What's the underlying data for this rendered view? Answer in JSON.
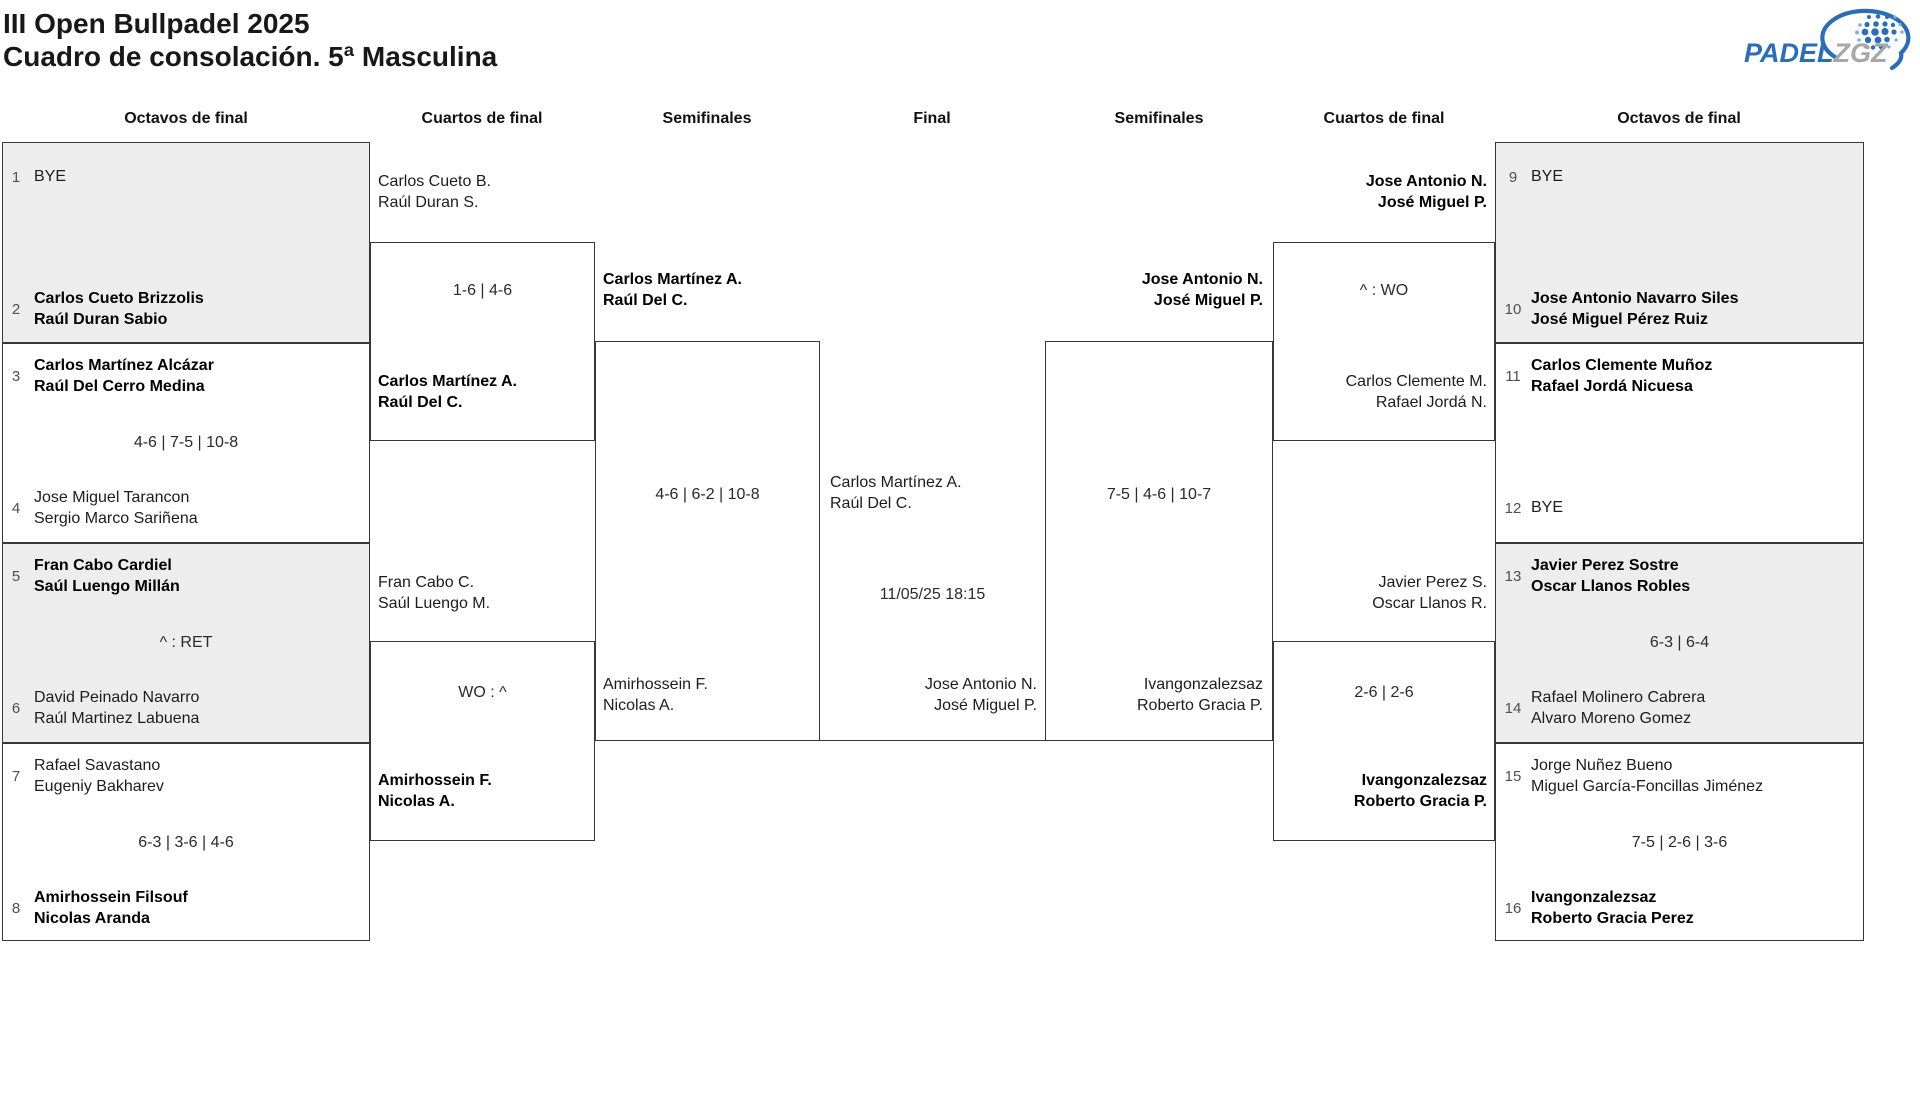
{
  "title": {
    "line1": "III Open Bullpadel 2025",
    "line2": "Cuadro de consolación. 5ª Masculina"
  },
  "logo": {
    "padel": "PADEL",
    "zgz": "ZGZ"
  },
  "colors": {
    "logo_blue": "#2d6db3",
    "logo_blue_light": "#85aed8",
    "logo_gray": "#a7a7a7",
    "box_gray": "#ededed",
    "border": "#383838"
  },
  "round_headers": {
    "r1": "Octavos de final",
    "r2": "Cuartos de final",
    "r3": "Semifinales",
    "r4": "Final",
    "r5": "Semifinales",
    "r6": "Cuartos de final",
    "r7": "Octavos de final"
  },
  "octavos_left": {
    "e1": {
      "seed": "1",
      "l1": "BYE",
      "winner": false
    },
    "e2": {
      "seed": "2",
      "l1": "Carlos Cueto Brizzolis",
      "l2": "Raúl Duran Sabio",
      "winner": true
    },
    "e3": {
      "seed": "3",
      "l1": "Carlos Martínez Alcázar",
      "l2": "Raúl Del Cerro Medina",
      "winner": true
    },
    "e4": {
      "seed": "4",
      "l1": "Jose Miguel Tarancon",
      "l2": "Sergio Marco Sariñena",
      "winner": false
    },
    "e5": {
      "seed": "5",
      "l1": "Fran Cabo Cardiel",
      "l2": "Saúl Luengo Millán",
      "winner": true
    },
    "e6": {
      "seed": "6",
      "l1": "David Peinado Navarro",
      "l2": "Raúl Martinez Labuena",
      "winner": false
    },
    "e7": {
      "seed": "7",
      "l1": "Rafael Savastano",
      "l2": "Eugeniy Bakharev",
      "winner": false
    },
    "e8": {
      "seed": "8",
      "l1": "Amirhossein Filsouf",
      "l2": "Nicolas Aranda",
      "winner": true
    },
    "score_m34": "4-6 | 7-5 | 10-8",
    "score_m56": "^ : RET",
    "score_m78": "6-3 | 3-6 | 4-6"
  },
  "octavos_right": {
    "e9": {
      "seed": "9",
      "l1": "BYE",
      "winner": false
    },
    "e10": {
      "seed": "10",
      "l1": "Jose Antonio Navarro Siles",
      "l2": "José Miguel Pérez Ruiz",
      "winner": true
    },
    "e11": {
      "seed": "11",
      "l1": "Carlos Clemente Muñoz",
      "l2": "Rafael Jordá Nicuesa",
      "winner": true
    },
    "e12": {
      "seed": "12",
      "l1": "BYE",
      "winner": false
    },
    "e13": {
      "seed": "13",
      "l1": "Javier Perez Sostre",
      "l2": "Oscar Llanos Robles",
      "winner": true
    },
    "e14": {
      "seed": "14",
      "l1": "Rafael Molinero Cabrera",
      "l2": "Alvaro Moreno Gomez",
      "winner": false
    },
    "e15": {
      "seed": "15",
      "l1": "Jorge Nuñez Bueno",
      "l2": "Miguel García-Foncillas Jiménez",
      "winner": false
    },
    "e16": {
      "seed": "16",
      "l1": "Ivangonzalezsaz",
      "l2": "Roberto Gracia Perez",
      "winner": true
    },
    "score_m1314": "6-3 | 6-4",
    "score_m1516": "7-5 | 2-6 | 3-6"
  },
  "cuartos_left": {
    "m1": {
      "top1": "Carlos Cueto B.",
      "top2": "Raúl Duran S.",
      "top_winner": false,
      "score": "1-6 | 4-6",
      "bot1": "Carlos Martínez A.",
      "bot2": "Raúl Del C.",
      "bot_winner": true
    },
    "m2": {
      "top1": "Fran Cabo C.",
      "top2": "Saúl Luengo M.",
      "top_winner": false,
      "score": "WO : ^",
      "bot1": "Amirhossein F.",
      "bot2": "Nicolas A.",
      "bot_winner": true
    }
  },
  "cuartos_right": {
    "m3": {
      "top1": "Jose Antonio N.",
      "top2": "José Miguel P.",
      "top_winner": true,
      "score": "^ : WO",
      "bot1": "Carlos Clemente M.",
      "bot2": "Rafael Jordá N.",
      "bot_winner": false
    },
    "m4": {
      "top1": "Javier Perez S.",
      "top2": "Oscar Llanos R.",
      "top_winner": false,
      "score": "2-6 | 2-6",
      "bot1": "Ivangonzalezsaz",
      "bot2": "Roberto Gracia P.",
      "bot_winner": true
    }
  },
  "semifinal_left": {
    "top1": "Carlos Martínez A.",
    "top2": "Raúl Del C.",
    "top_winner": true,
    "score": "4-6 | 6-2 | 10-8",
    "bot1": "Amirhossein F.",
    "bot2": "Nicolas A.",
    "bot_winner": false
  },
  "semifinal_right": {
    "top1": "Jose Antonio N.",
    "top2": "José Miguel P.",
    "top_winner": true,
    "score": "7-5 | 4-6 | 10-7",
    "bot1": "Ivangonzalezsaz",
    "bot2": "Roberto Gracia P.",
    "bot_winner": false
  },
  "final": {
    "top1": "Carlos Martínez A.",
    "top2": "Raúl Del C.",
    "datetime": "11/05/25 18:15",
    "bot1": "Jose Antonio N.",
    "bot2": "José Miguel P."
  }
}
